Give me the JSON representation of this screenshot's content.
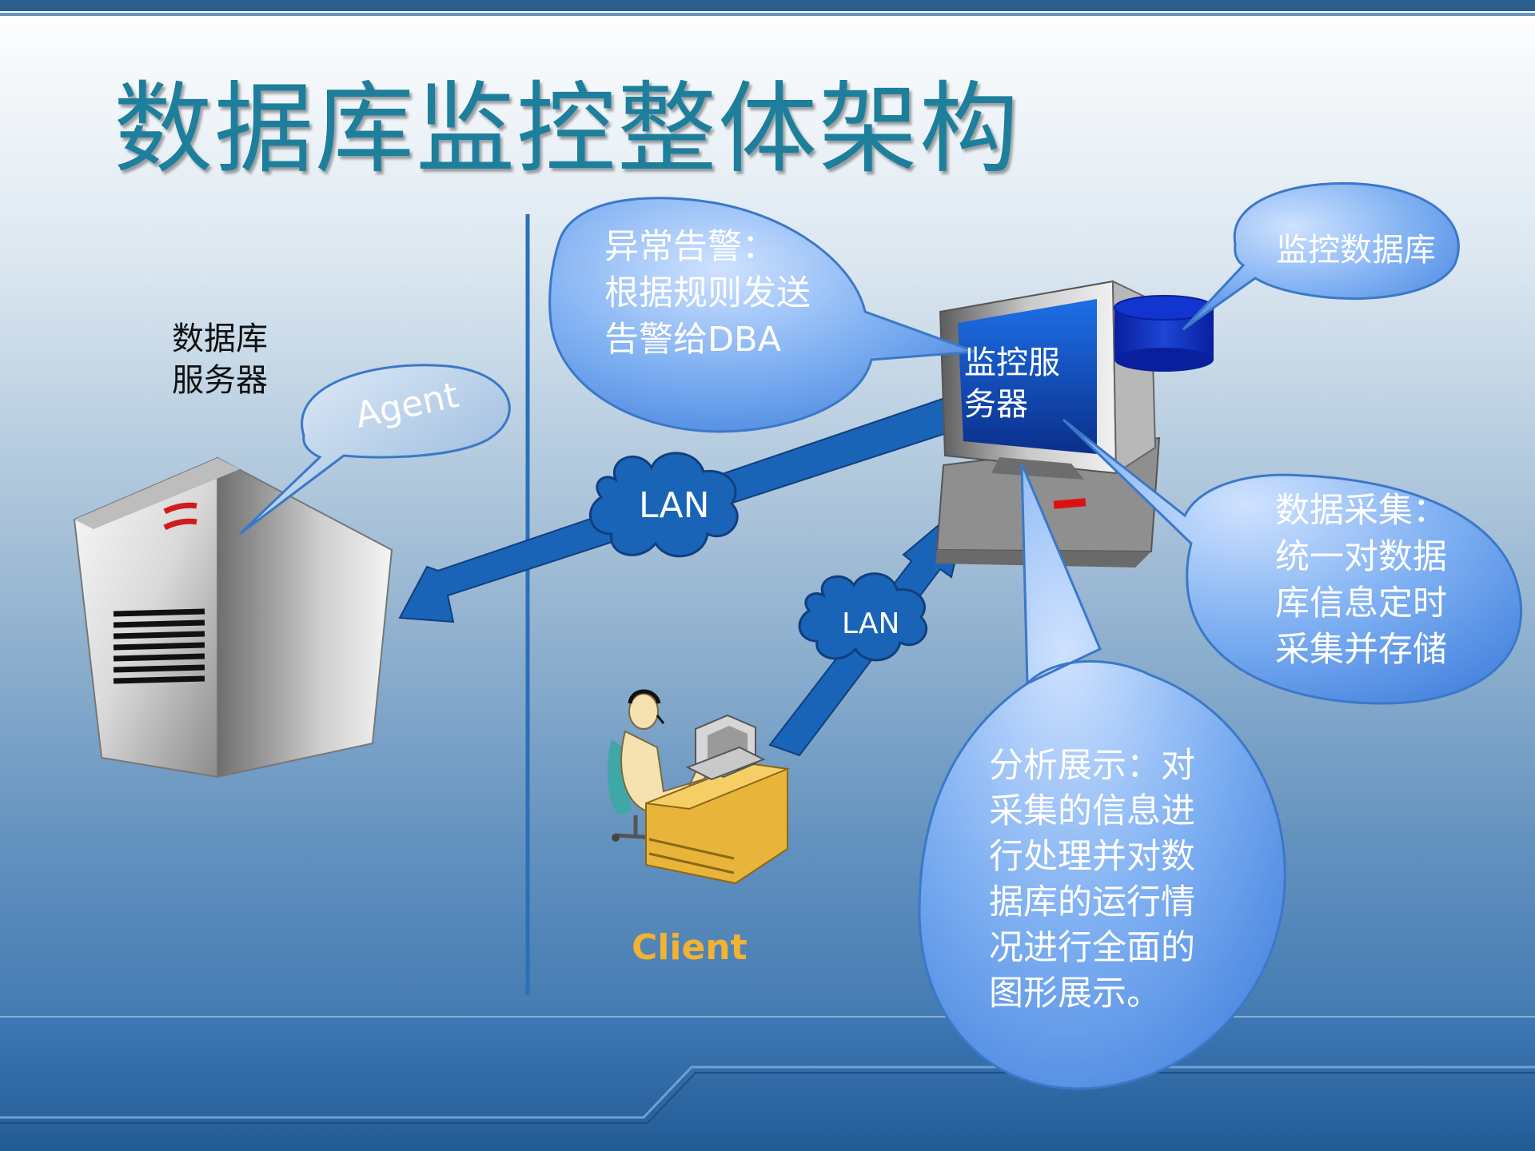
{
  "slide": {
    "title": "数据库监控整体架构",
    "db_server_label": "数据库\n服务器",
    "agent_label": "Agent",
    "alert_text": "异常告警：\n根据规则发送\n告警给DBA",
    "monitor_db_text": "监控数据库",
    "monitor_server_label": "监控服\n务器",
    "lan_label_1": "LAN",
    "lan_label_2": "LAN",
    "collect_text": "数据采集：\n统一对数据\n库信息定时\n采集并存储",
    "analysis_text": "分析展示：对\n采集的信息进\n行处理并对数\n据库的运行情\n况进行全面的\n图形展示。",
    "client_label": "Client"
  },
  "colors": {
    "title": "#1d7f9c",
    "arrow": "#1a64b8",
    "bubble": "#4f8de6",
    "client_label": "#f2b233",
    "top_band": "#2a5f8f"
  }
}
